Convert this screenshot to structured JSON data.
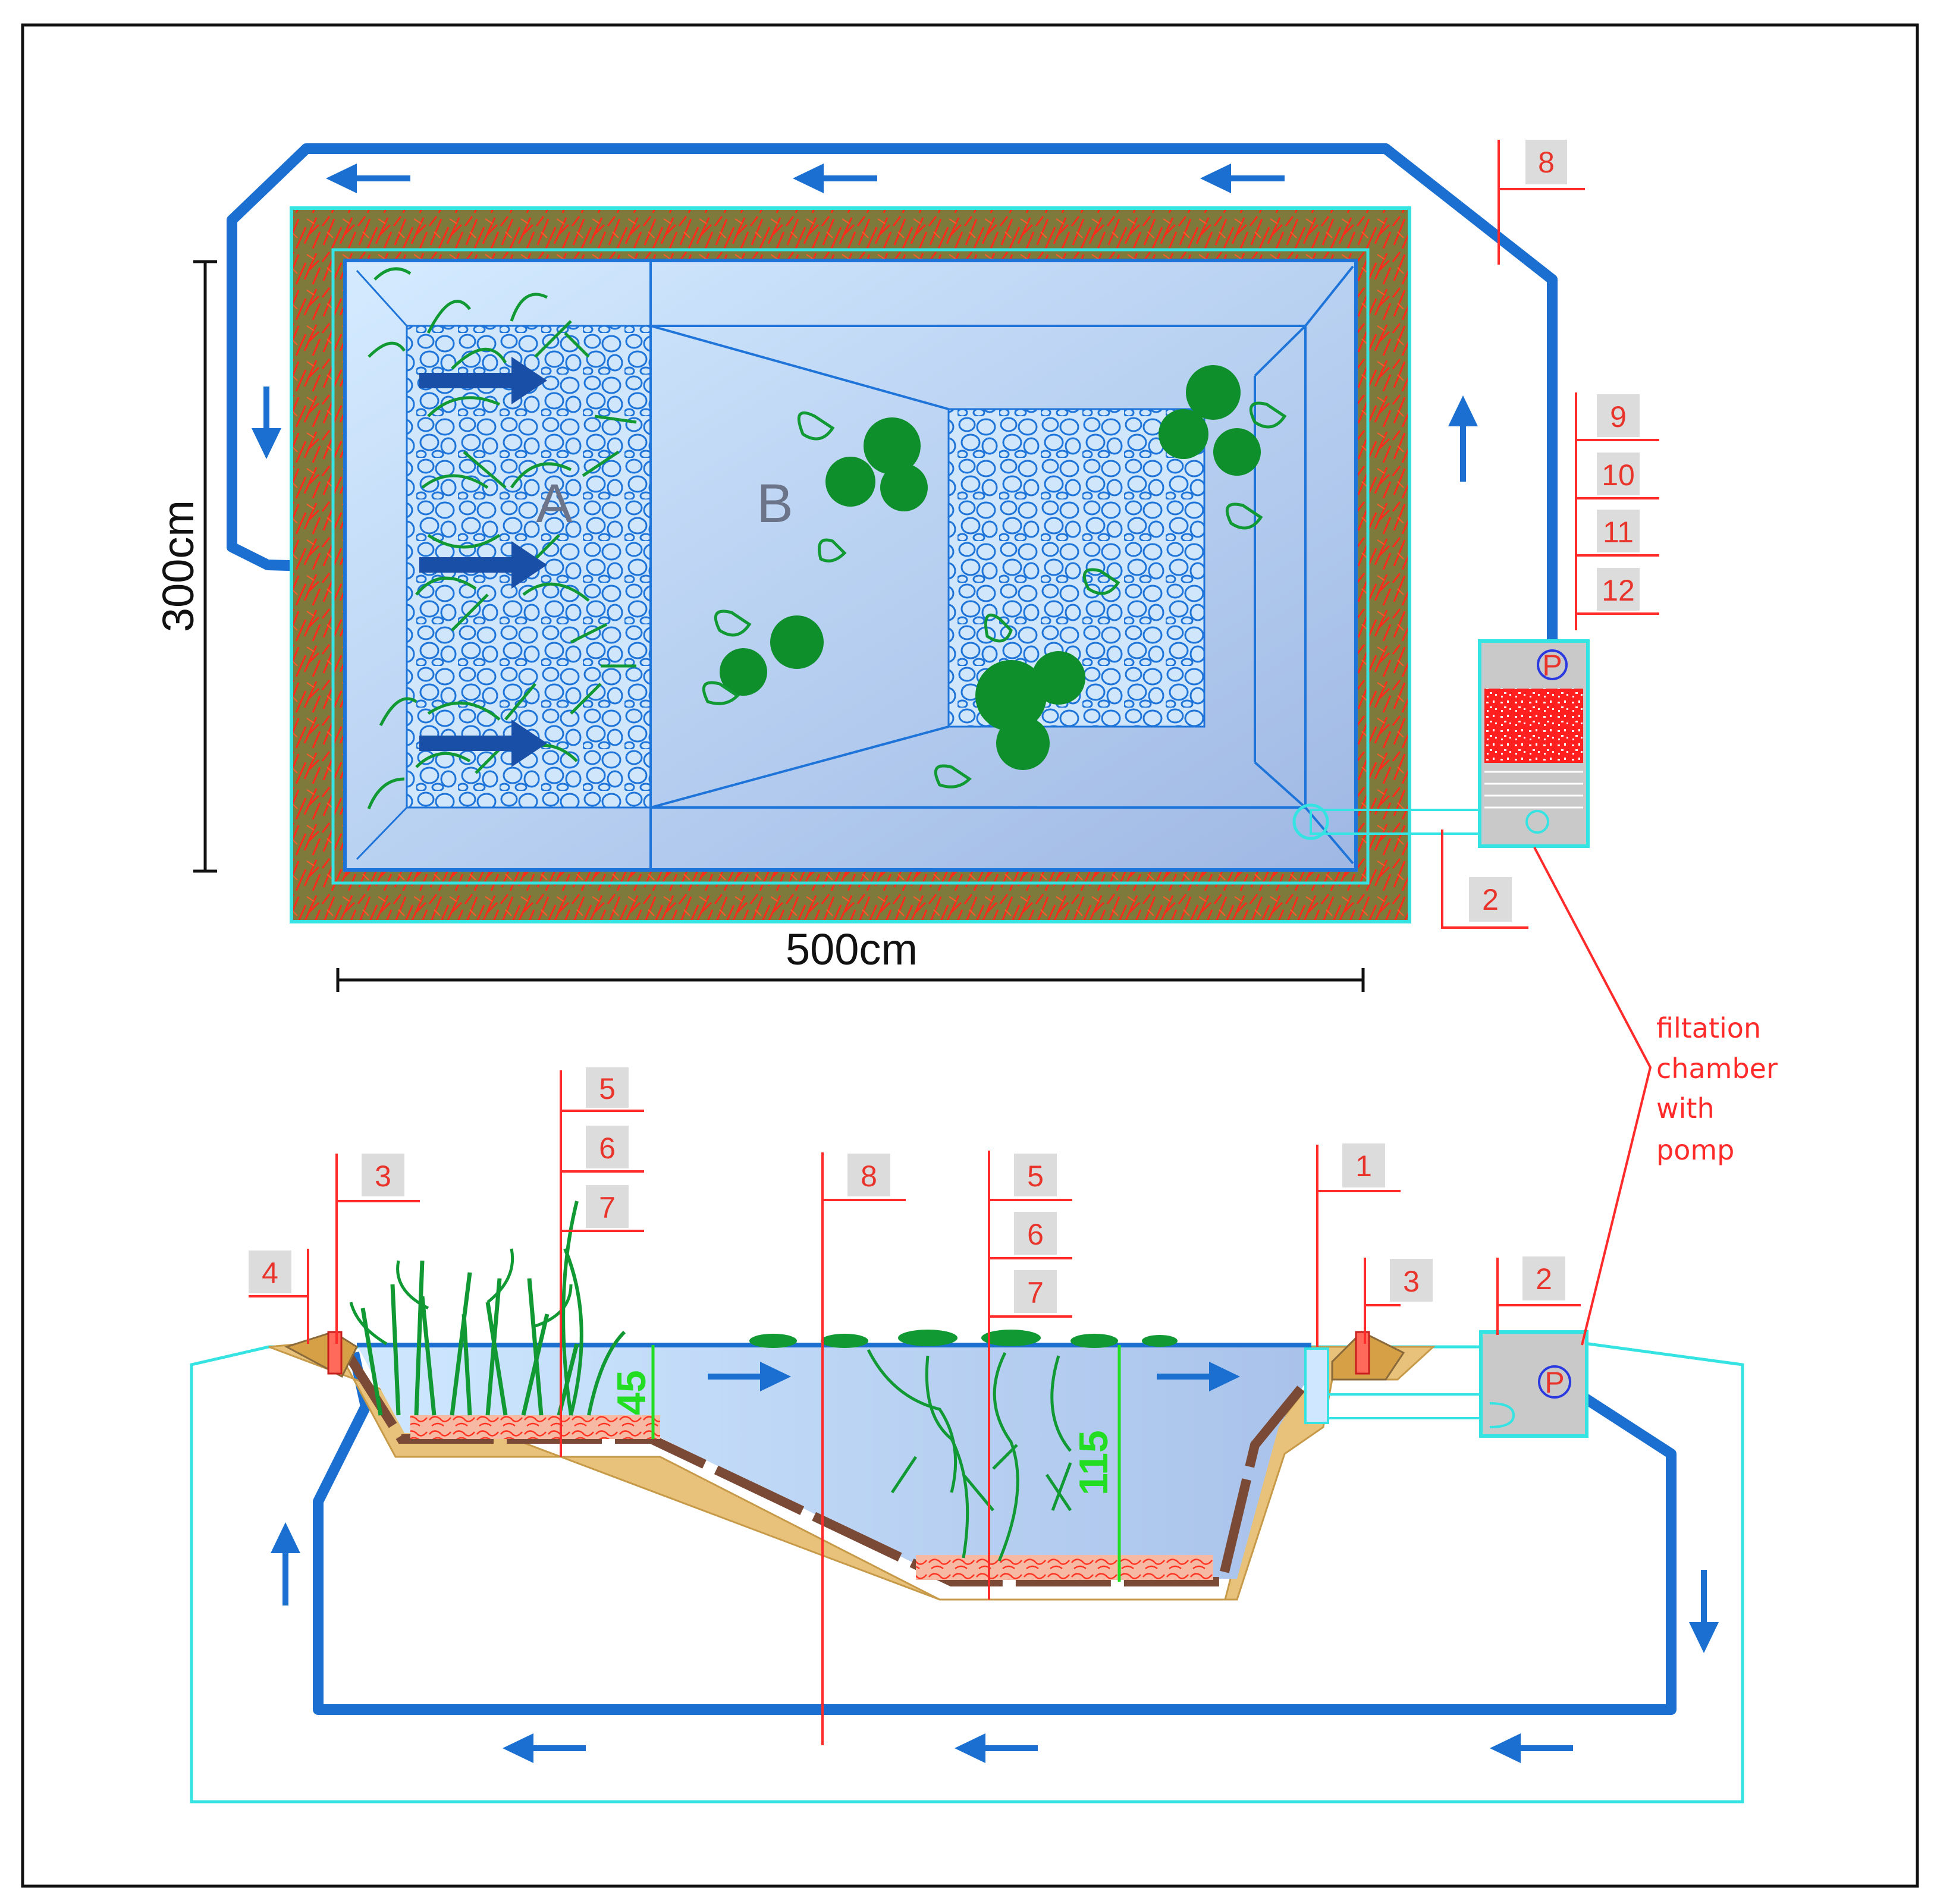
{
  "plan_view": {
    "dimension_width": "500cm",
    "dimension_height": "300cm",
    "zone_a": "A",
    "zone_b": "B",
    "pump_symbol": "P"
  },
  "section_view": {
    "depth_shallow": "45",
    "depth_deep": "115",
    "pump_symbol": "P"
  },
  "callouts": {
    "plan": {
      "pipe_top": [
        "8"
      ],
      "filter_stack": [
        "9",
        "10",
        "11",
        "12"
      ],
      "intake": [
        "2"
      ]
    },
    "section": {
      "edge_left_outer": [
        "4"
      ],
      "edge_left": [
        "3"
      ],
      "plants_shallow": [
        "5",
        "6",
        "7"
      ],
      "center_line": [
        "8"
      ],
      "plants_deep": [
        "5",
        "6",
        "7"
      ],
      "skimmer": [
        "1"
      ],
      "edge_right": [
        "3"
      ],
      "chamber": [
        "2"
      ]
    }
  },
  "note": {
    "lines": [
      "filtation",
      "chamber",
      "with",
      "pomp"
    ]
  },
  "colors": {
    "pipe": "#1a6fd0",
    "water": "#c4e0fb",
    "water_deep": "#9eb8e6",
    "border_soil": "#8a6a3a",
    "hatch": "#ff2a1a",
    "outline": "#35e3e3",
    "plant": "#119933",
    "gravel": "#2277dd",
    "callout": "#ff2a2a",
    "label_box": "#dcdcdc",
    "liner": "#7a4a36",
    "sand": "#e8c27a",
    "depth_marker": "#22dd22"
  }
}
